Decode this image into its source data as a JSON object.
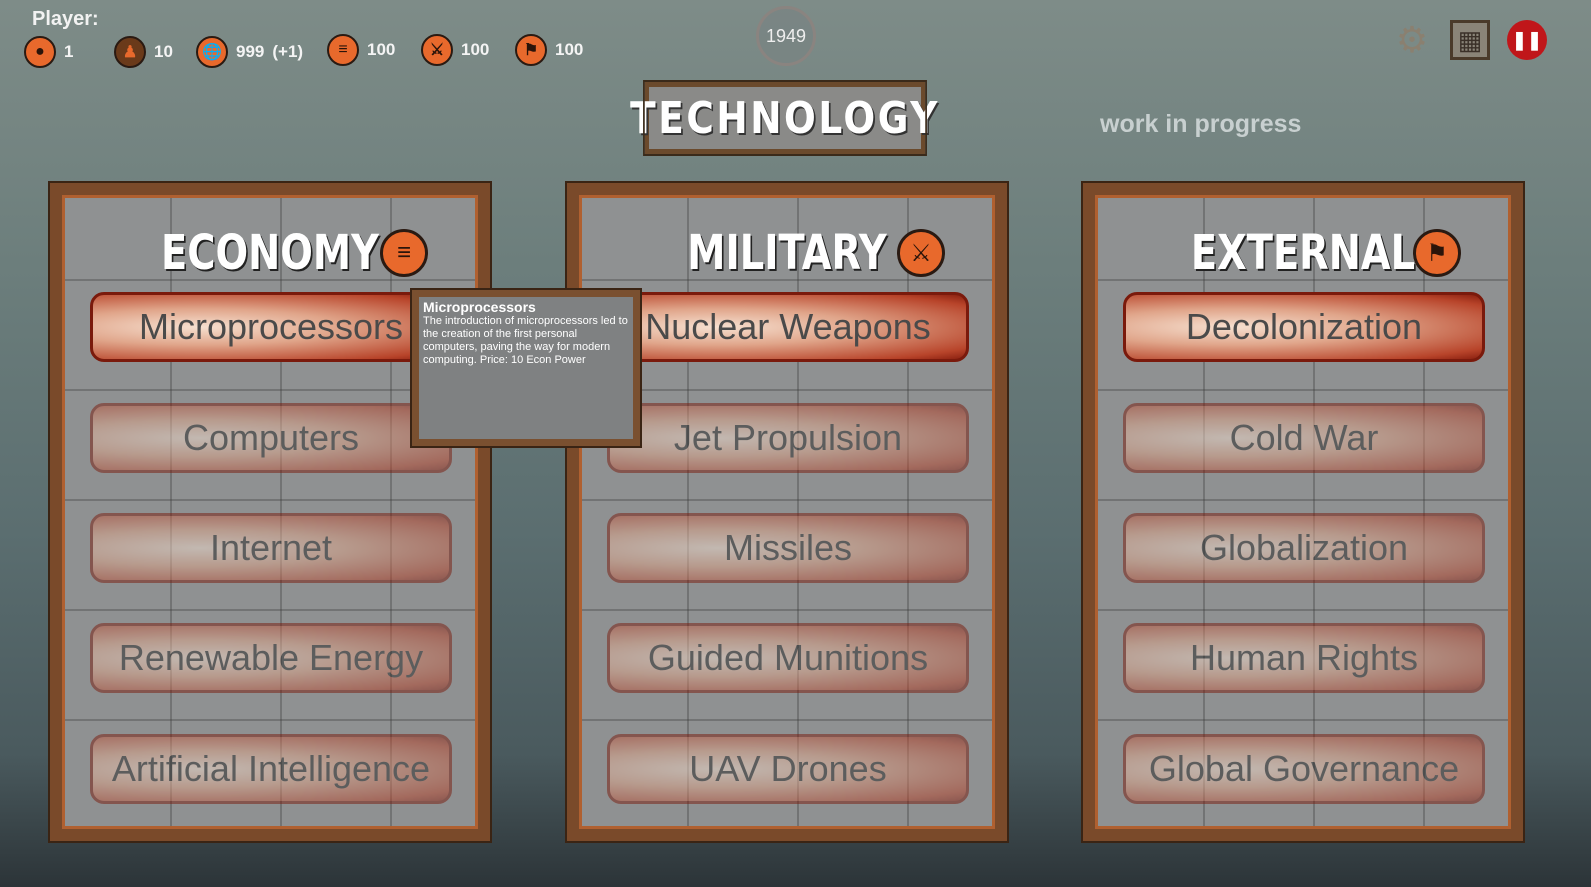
{
  "player": {
    "label": "Player:",
    "stats": [
      {
        "icon": "shield-icon",
        "value": "1"
      },
      {
        "icon": "pawn-icon",
        "value": "10"
      },
      {
        "icon": "globe-icon",
        "value": "999",
        "extra": "(+1)"
      },
      {
        "icon": "coins-icon",
        "value": "100"
      },
      {
        "icon": "crossed-swords-icon",
        "value": "100"
      },
      {
        "icon": "crossed-flags-icon",
        "value": "100"
      }
    ]
  },
  "year": "1949",
  "title": "TECHNOLOGY",
  "status_note": "work in progress",
  "panels": [
    {
      "title": "ECONOMY",
      "icon": "coins-icon",
      "items": [
        "Microprocessors",
        "Computers",
        "Internet",
        "Renewable Energy",
        "Artificial Intelligence"
      ]
    },
    {
      "title": "MILITARY",
      "icon": "crossed-swords-icon",
      "items": [
        "Nuclear Weapons",
        "Jet Propulsion",
        "Missiles",
        "Guided Munitions",
        "UAV Drones"
      ]
    },
    {
      "title": "EXTERNAL",
      "icon": "crossed-flags-icon",
      "items": [
        "Decolonization",
        "Cold War",
        "Globalization",
        "Human Rights",
        "Global Governance"
      ]
    }
  ],
  "tooltip": {
    "title": "Microprocessors",
    "text": "The introduction of microprocessors led to the creation of the first personal computers, paving the way for modern computing. Price: 10 Econ Power"
  },
  "colors": {
    "accent": "#e8692c",
    "pause": "#c0161a"
  }
}
